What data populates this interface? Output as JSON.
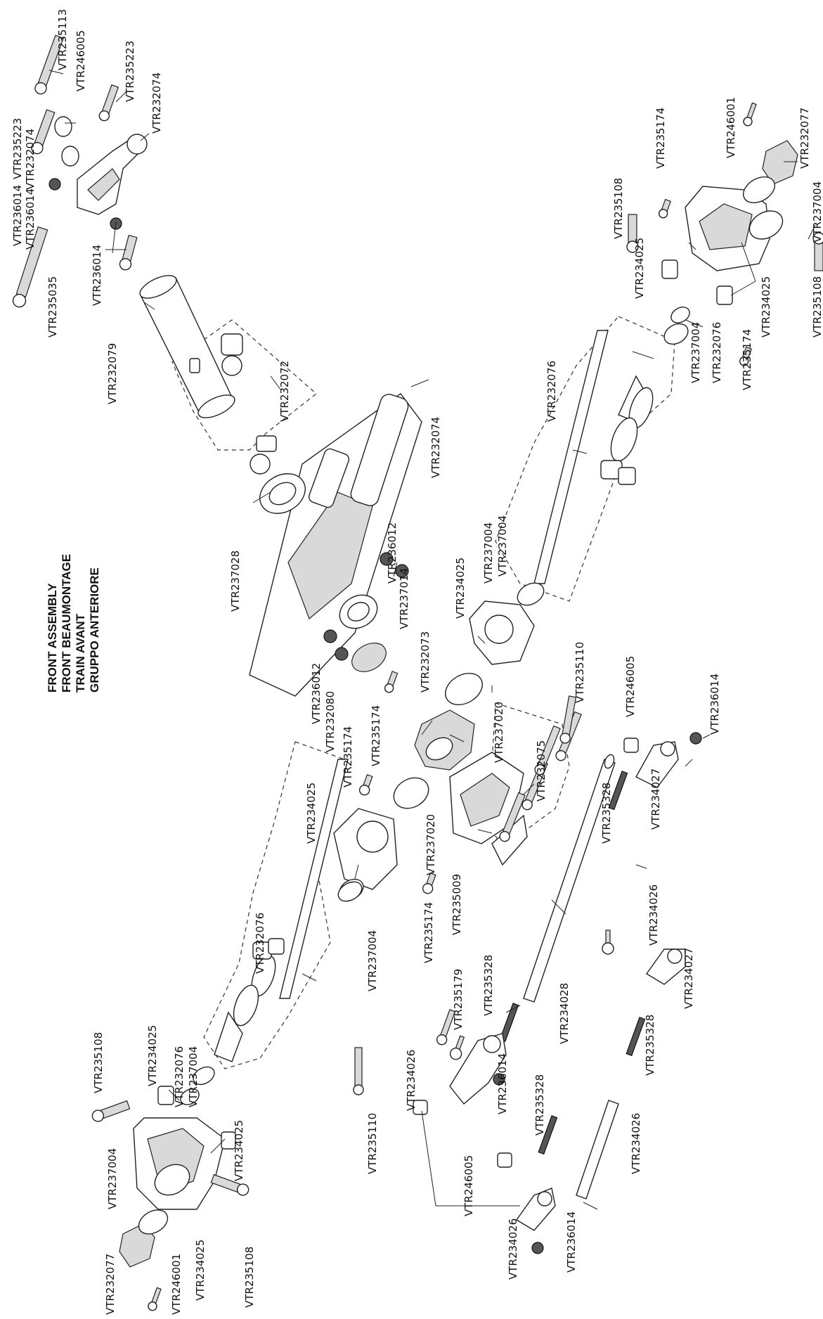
{
  "title_lines": [
    "FRONT ASSEMBLY",
    "FRONT BEAUMONTAGE",
    "TRAIN AVANT",
    "GRUPPO ANTERIORE"
  ],
  "parts": [
    {
      "code": "VTR235113"
    },
    {
      "code": "VTR246005"
    },
    {
      "code": "VTR235223"
    },
    {
      "code": "VTR232074"
    },
    {
      "code": "VTR235223"
    },
    {
      "code": "VTR232074"
    },
    {
      "code": "VTR236014"
    },
    {
      "code": "VTR236014"
    },
    {
      "code": "VTR236014"
    },
    {
      "code": "VTR235035"
    },
    {
      "code": "VTR232079"
    },
    {
      "code": "VTR232072"
    },
    {
      "code": "VTR232074"
    },
    {
      "code": "VTR237028"
    },
    {
      "code": "VTR236012"
    },
    {
      "code": "VTR237014"
    },
    {
      "code": "VTR236012"
    },
    {
      "code": "VTR232073"
    },
    {
      "code": "VTR232080"
    },
    {
      "code": "VTR235174"
    },
    {
      "code": "VTR237004"
    },
    {
      "code": "VTR234025"
    },
    {
      "code": "VTR237020"
    },
    {
      "code": "VTR232075"
    },
    {
      "code": "VTR235174"
    },
    {
      "code": "VTR234025"
    },
    {
      "code": "VTR237020"
    },
    {
      "code": "VTR235174"
    },
    {
      "code": "VTR235009"
    },
    {
      "code": "VTR232076"
    },
    {
      "code": "VTR237004"
    },
    {
      "code": "VTR235179"
    },
    {
      "code": "VTR235328"
    },
    {
      "code": "VTR234028"
    },
    {
      "code": "VTR235110"
    },
    {
      "code": "VTR246005"
    },
    {
      "code": "VTR236014"
    },
    {
      "code": "VTR235328"
    },
    {
      "code": "VTR234027"
    },
    {
      "code": "VTR234026"
    },
    {
      "code": "VTR234027"
    },
    {
      "code": "VTR235328"
    },
    {
      "code": "VTR234026"
    },
    {
      "code": "VTR234026"
    },
    {
      "code": "VTR236014"
    },
    {
      "code": "VTR235328"
    },
    {
      "code": "VTR235110"
    },
    {
      "code": "VTR246005"
    },
    {
      "code": "VTR234026"
    },
    {
      "code": "VTR236014"
    },
    {
      "code": "VTR235108"
    },
    {
      "code": "VTR234025"
    },
    {
      "code": "VTR232076"
    },
    {
      "code": "VTR237004"
    },
    {
      "code": "VTR237004"
    },
    {
      "code": "VTR234025"
    },
    {
      "code": "VTR232077"
    },
    {
      "code": "VTR246001"
    },
    {
      "code": "VTR234025"
    },
    {
      "code": "VTR235108"
    },
    {
      "code": "VTR235174"
    },
    {
      "code": "VTR246001"
    },
    {
      "code": "VTR232077"
    },
    {
      "code": "VTR235108"
    },
    {
      "code": "VTR237004"
    },
    {
      "code": "VTR235108"
    },
    {
      "code": "VTR234025"
    },
    {
      "code": "VTR234025"
    },
    {
      "code": "VTR232076"
    },
    {
      "code": "VTR237004"
    },
    {
      "code": "VTR232076"
    },
    {
      "code": "VTR235174"
    },
    {
      "code": "VTR237004"
    }
  ]
}
